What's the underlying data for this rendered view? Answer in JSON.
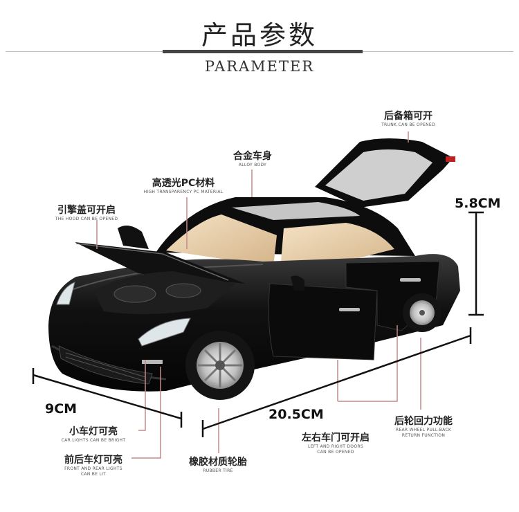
{
  "header": {
    "title_cn": "产品参数",
    "title_en": "PARAMETER"
  },
  "callouts": {
    "trunk": {
      "cn": "后备箱可开",
      "en": "TRUNK CAN BE OPENED"
    },
    "alloy": {
      "cn": "合金车身",
      "en": "ALLOY BODY"
    },
    "pc": {
      "cn": "高透光PC材料",
      "en": "HIGH TRANSPARENCY PC MATERIAL"
    },
    "hood": {
      "cn": "引擎盖可开启",
      "en": "THE HOOD CAN BE OPENED"
    },
    "lights": {
      "cn": "小车灯可亮",
      "en": "CAR LIGHTS CAN BE BRIGHT"
    },
    "frontrear": {
      "cn": "前后车灯可亮",
      "en_line1": "FRONT AND REAR LIGHTS",
      "en_line2": "CAN BE LIT"
    },
    "tire": {
      "cn": "橡胶材质轮胎",
      "en": "RUBBER TIRE"
    },
    "doors": {
      "cn": "左右车门可开启",
      "en_line1": "LEFT AND RIGHT DOORS",
      "en_line2": "CAN BE OPENED"
    },
    "pullback": {
      "cn": "后轮回力功能",
      "en_line1": "REAR WHEEL PULL-BACK",
      "en_line2": "RETURN FUNCTION"
    }
  },
  "dimensions": {
    "height": "5.8CM",
    "length": "20.5CM",
    "width": "9CM"
  },
  "colors": {
    "car_body": "#0c0c0c",
    "interior": "#e8cfa8",
    "accent": "#c0392b"
  }
}
